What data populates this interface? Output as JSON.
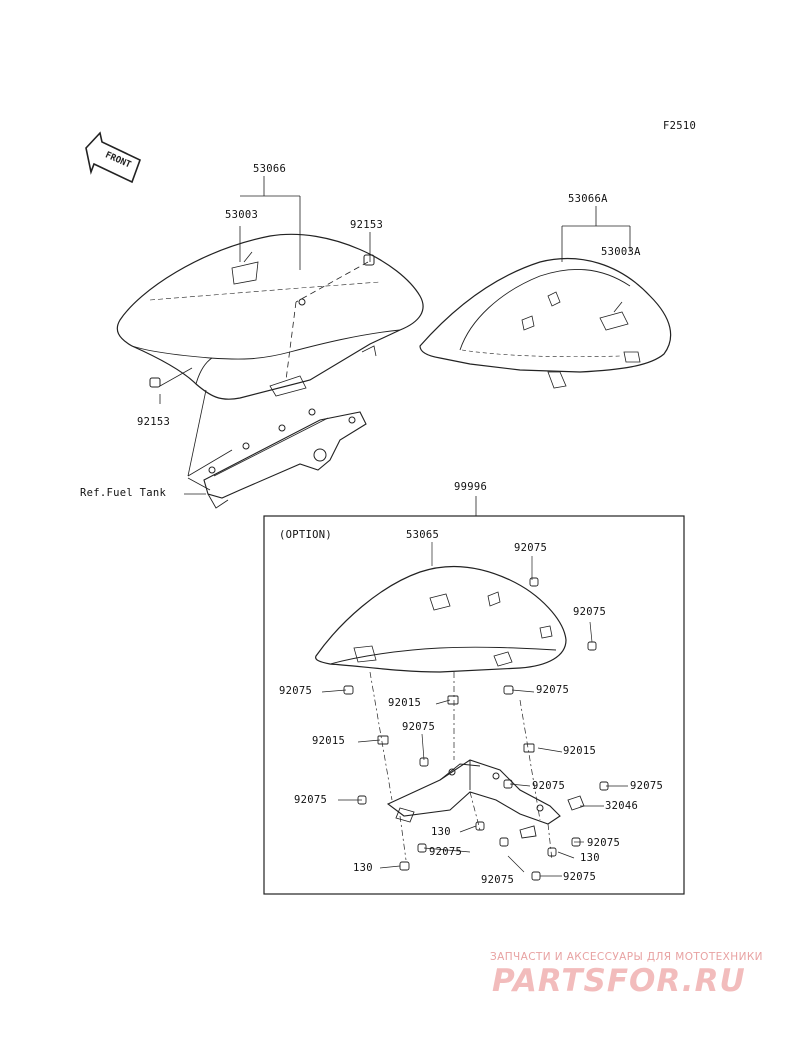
{
  "figure_code": "F2510",
  "front_arrow_text": "FRONT",
  "labels": {
    "seat_assy_front": "53066",
    "seat_cover_front": "53003",
    "bolt_top": "92153",
    "bolt_left": "92153",
    "seat_assy_rear": "53066A",
    "seat_cover_rear": "53003A",
    "ref_fuel_tank": "Ref.Fuel Tank",
    "option_kit": "99996",
    "option_title": "(OPTION)",
    "seat_cover_option": "53065",
    "screw_top_right": "92075",
    "screw_right": "92075",
    "screw_left": "92075",
    "nut_center": "92015",
    "screw_center_right": "92075",
    "nut_left": "92015",
    "screw_mid": "92075",
    "nut_right": "92015",
    "screw_bracket_right": "92075",
    "screw_far_right": "92075",
    "screw_left_bracket": "92075",
    "bracket": "32046",
    "bolt_130_center": "130",
    "screw_bottom_center": "92075",
    "bolt_130_right": "130",
    "screw_bottom_right": "92075",
    "bolt_130_left": "130",
    "screw_bottom_left": "92075",
    "screw_bottom": "92075"
  },
  "watermark": {
    "tagline": "ЗАПЧАСТИ И АКСЕССУАРЫ ДЛЯ МОТОТЕХНИКИ",
    "logo": "PARTSFOR.RU"
  }
}
